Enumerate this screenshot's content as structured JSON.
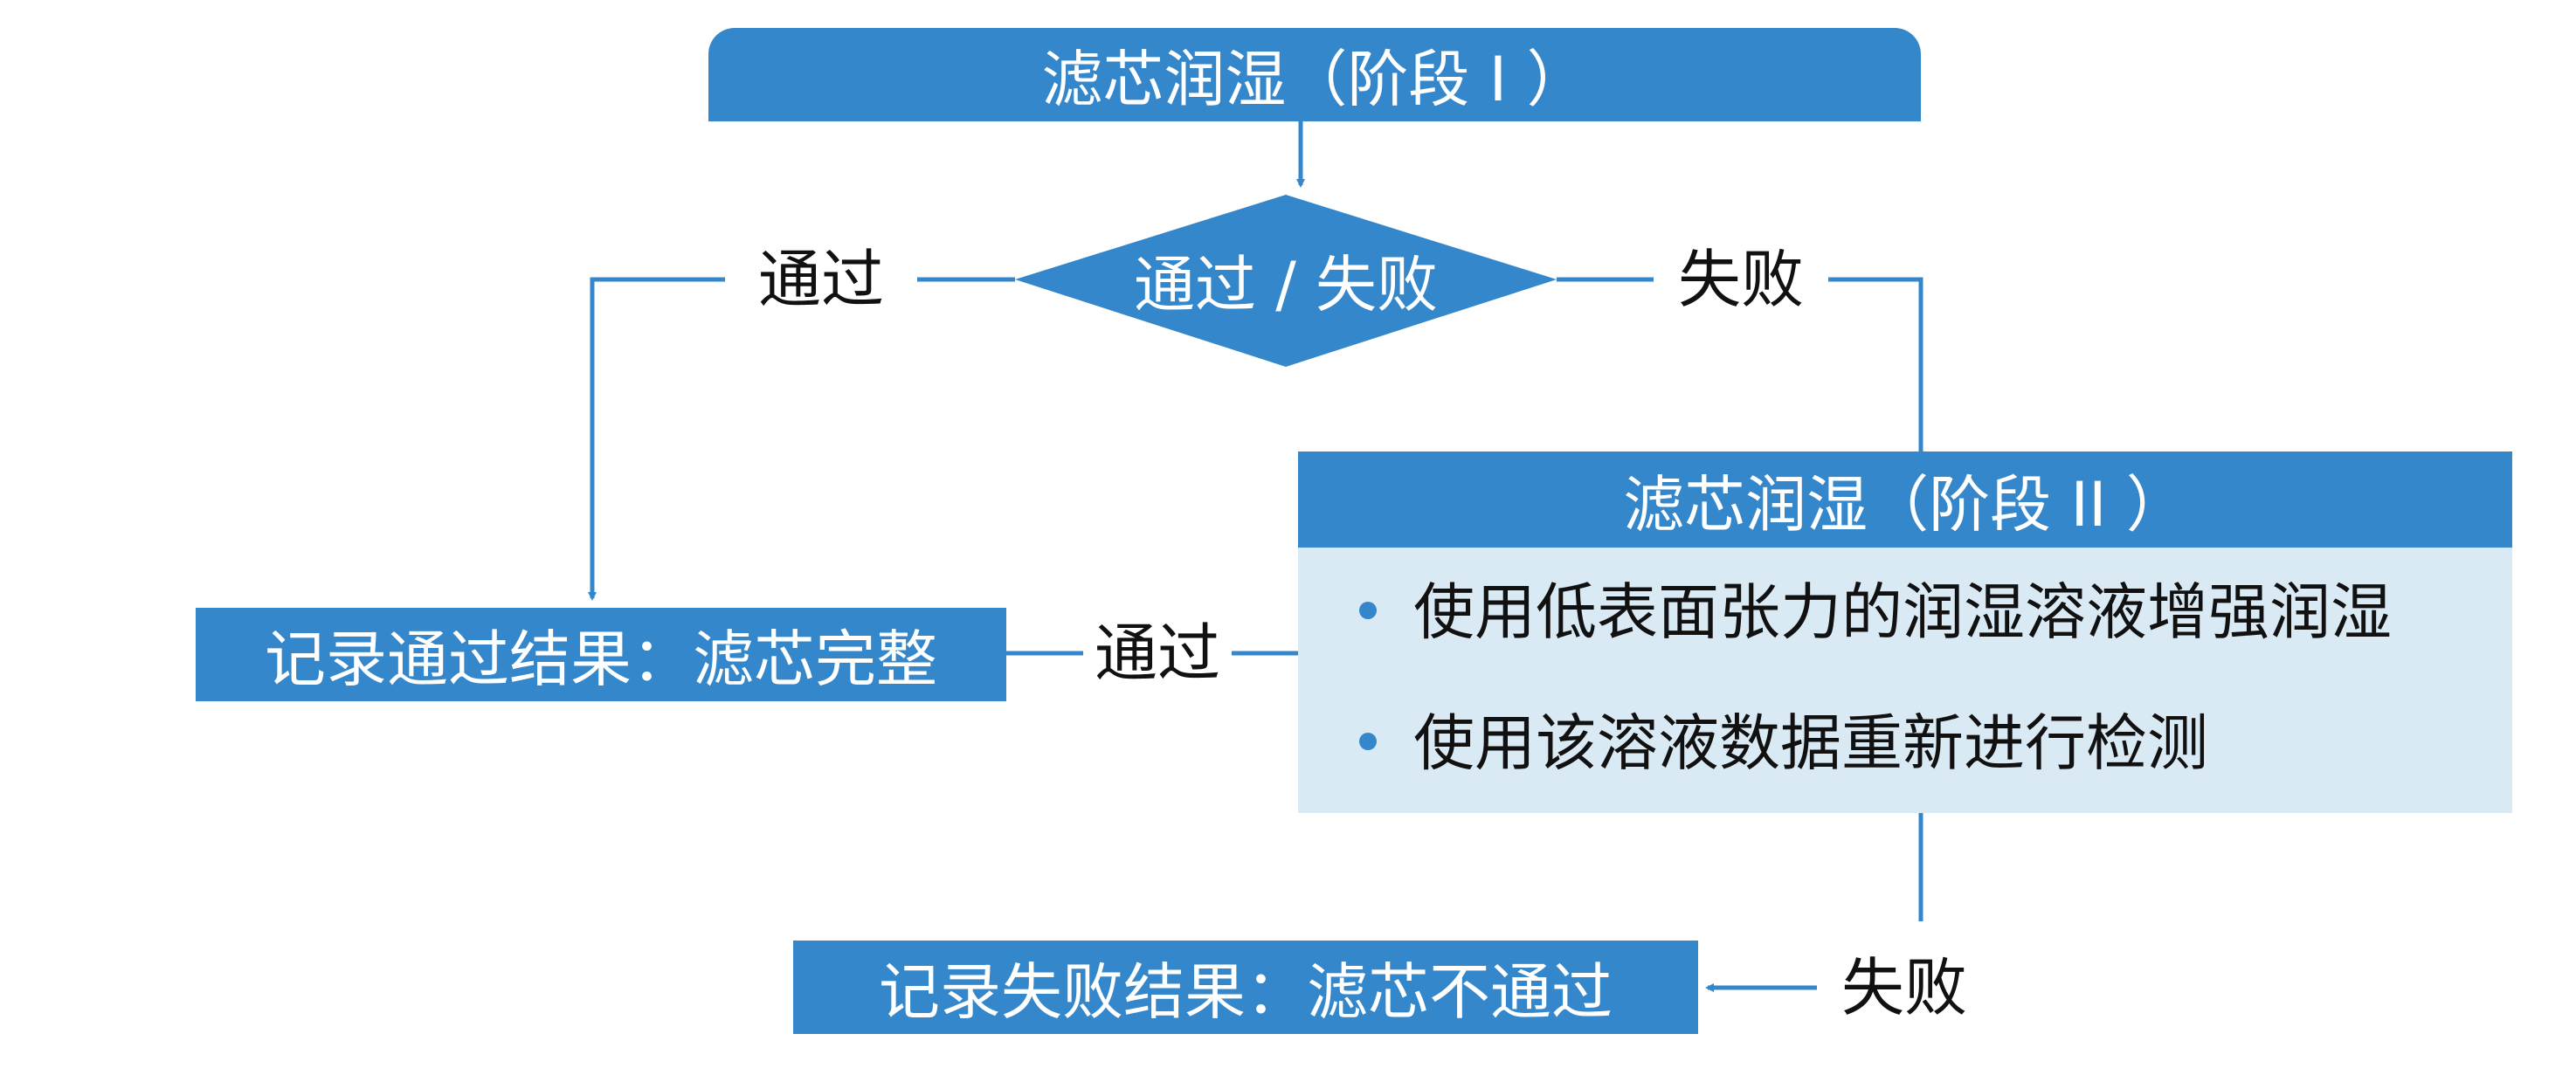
{
  "stage1": {
    "title": "滤芯润湿（阶段 I ）"
  },
  "decision": {
    "text": "通过 / 失败"
  },
  "stage2": {
    "title": "滤芯润湿（阶段 II ）",
    "bullets": [
      "使用低表面张力的润湿溶液增强润湿",
      "使用该溶液数据重新进行检测"
    ]
  },
  "results": {
    "pass": "记录通过结果：滤芯完整",
    "fail": "记录失败结果：滤芯不通过"
  },
  "labels": {
    "left_pass": "通过",
    "right_fail": "失败",
    "mid_pass": "通过",
    "bottom_fail": "失败"
  },
  "colors": {
    "primary": "#3587cb",
    "light_panel": "#daeaf5"
  }
}
